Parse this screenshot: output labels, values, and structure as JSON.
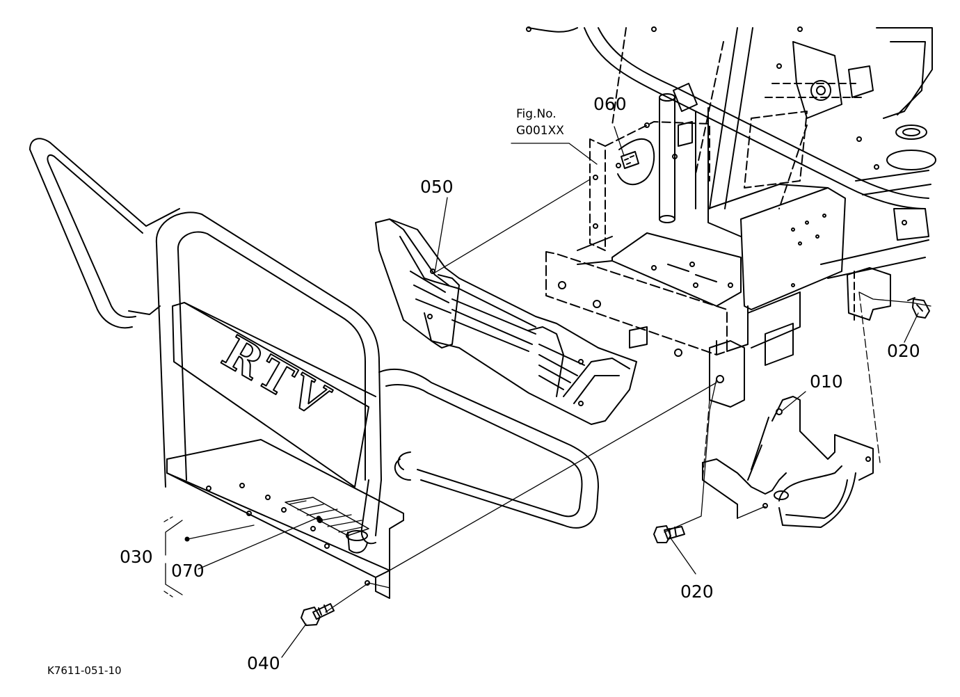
{
  "diagram": {
    "title_code": "K7611-051-10",
    "fig_ref": {
      "line1": "Fig.No.",
      "line2": "G001XX"
    },
    "callouts": {
      "p010": "010",
      "p020_right": "020",
      "p020_bottom": "020",
      "p030": "030",
      "p040": "040",
      "p050": "050",
      "p060": "060",
      "p070": "070"
    },
    "emblem_text": "RTV",
    "colors": {
      "ink": "#000000",
      "paper": "#ffffff"
    }
  }
}
